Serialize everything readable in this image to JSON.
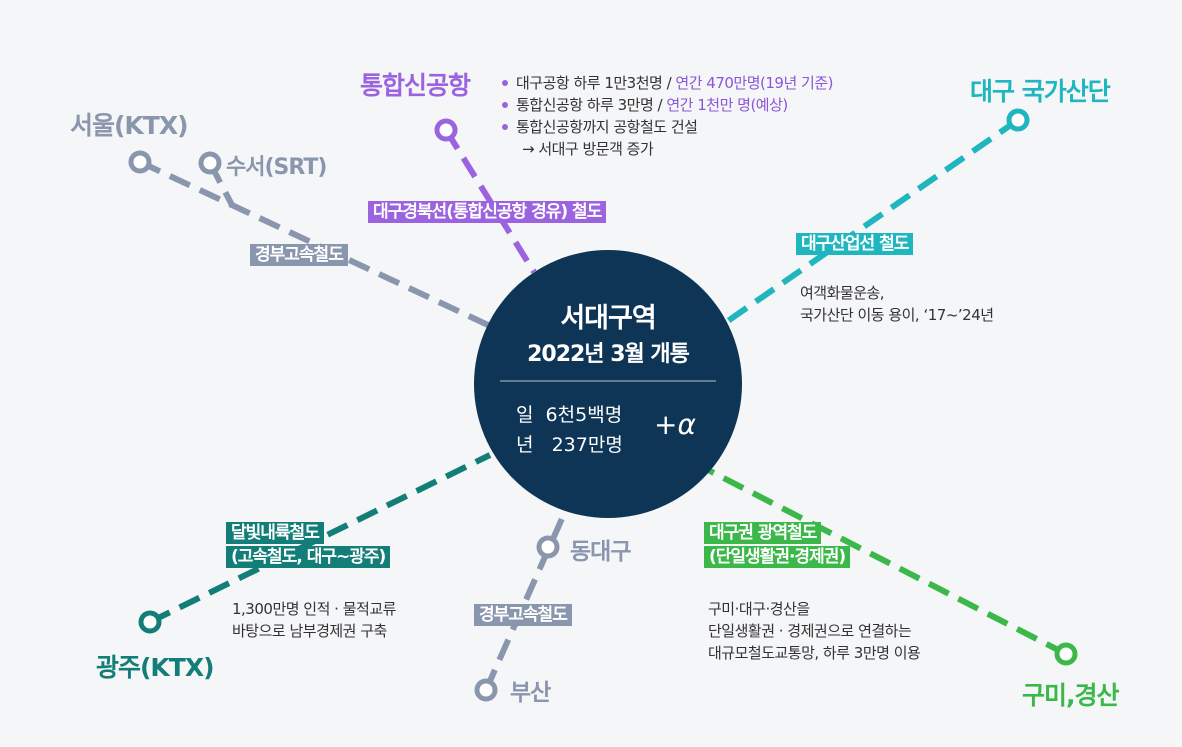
{
  "colors": {
    "gray": "#8a96ad",
    "purple": "#9b63e0",
    "cyan": "#1fb6bf",
    "teal": "#137e78",
    "green": "#3cb84a",
    "center": "#0e3556"
  },
  "center": {
    "title": "서대구역",
    "subtitle": "2022년 3월 개통",
    "daily": "일  6천5백명",
    "yearly": "년   237만명",
    "plus": "+α"
  },
  "destinations": {
    "seoul": "서울(KTX)",
    "suseo": "수서(SRT)",
    "airport": "통합신공항",
    "industrial": "대구 국가산단",
    "gwangju": "광주(KTX)",
    "dongdaegu": "동대구",
    "busan": "부산",
    "gumi": "구미,경산"
  },
  "lines": {
    "gyeongbu_north": "경부고속철도",
    "airport_line": "대구경북선(통합신공항 경유) 철도",
    "industrial_line": "대구산업선 철도",
    "dalbit_1": "달빛내륙철도",
    "dalbit_2": "(고속철도, 대구~광주)",
    "gyeongbu_south": "경부고속철도",
    "metro_1": "대구권 광역철도",
    "metro_2": "(단일생활권·경제권)"
  },
  "airport_info": {
    "b1_pre": "대구공항 하루 1만3천명 / ",
    "b1_hl": "연간 470만명(19년 기준)",
    "b2_pre": "통합신공항 하루 3만명 / ",
    "b2_hl": "연간 1천만 명(예상)",
    "b3": "통합신공항까지 공항철도 건설",
    "b3_sub": "→ 서대구 방문객 증가"
  },
  "industrial_info": {
    "line1": "여객화물운송,",
    "line2": "국가산단 이동 용이, ‘17~’24년"
  },
  "dalbit_info": {
    "line1": "1,300만명 인적 · 물적교류",
    "line2": "바탕으로  남부경제권 구축"
  },
  "metro_info": {
    "line1": "구미·대구·경산을",
    "line2": "단일생활권 · 경제권으로 연결하는",
    "line3": "대규모철도교통망, 하루 3만명 이용"
  }
}
